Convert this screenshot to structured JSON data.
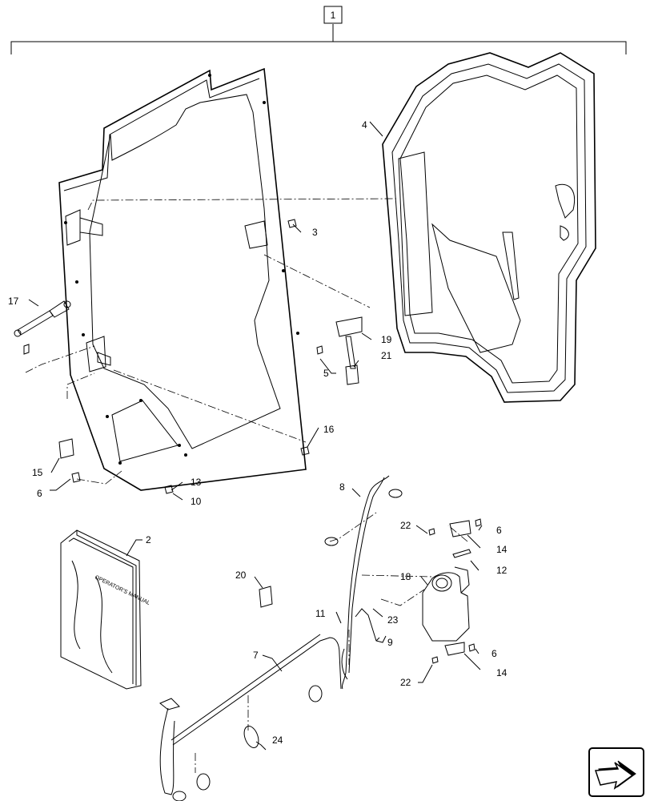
{
  "assembly_number": "1",
  "callouts": [
    {
      "id": "c2",
      "text": "2"
    },
    {
      "id": "c3",
      "text": "3"
    },
    {
      "id": "c4",
      "text": "4"
    },
    {
      "id": "c5",
      "text": "5"
    },
    {
      "id": "c6a",
      "text": "6"
    },
    {
      "id": "c6b",
      "text": "6"
    },
    {
      "id": "c6c",
      "text": "6"
    },
    {
      "id": "c7",
      "text": "7"
    },
    {
      "id": "c8",
      "text": "8"
    },
    {
      "id": "c9",
      "text": "9"
    },
    {
      "id": "c10",
      "text": "10"
    },
    {
      "id": "c11",
      "text": "11"
    },
    {
      "id": "c12",
      "text": "12"
    },
    {
      "id": "c13",
      "text": "13"
    },
    {
      "id": "c14a",
      "text": "14"
    },
    {
      "id": "c14b",
      "text": "14"
    },
    {
      "id": "c15",
      "text": "15"
    },
    {
      "id": "c16",
      "text": "16"
    },
    {
      "id": "c17",
      "text": "17"
    },
    {
      "id": "c18",
      "text": "18"
    },
    {
      "id": "c19",
      "text": "19"
    },
    {
      "id": "c20",
      "text": "20"
    },
    {
      "id": "c21",
      "text": "21"
    },
    {
      "id": "c22a",
      "text": "22"
    },
    {
      "id": "c22b",
      "text": "22"
    },
    {
      "id": "c23",
      "text": "23"
    },
    {
      "id": "c24",
      "text": "24"
    }
  ],
  "icons": {
    "nav": "next-page-arrow-icon"
  }
}
